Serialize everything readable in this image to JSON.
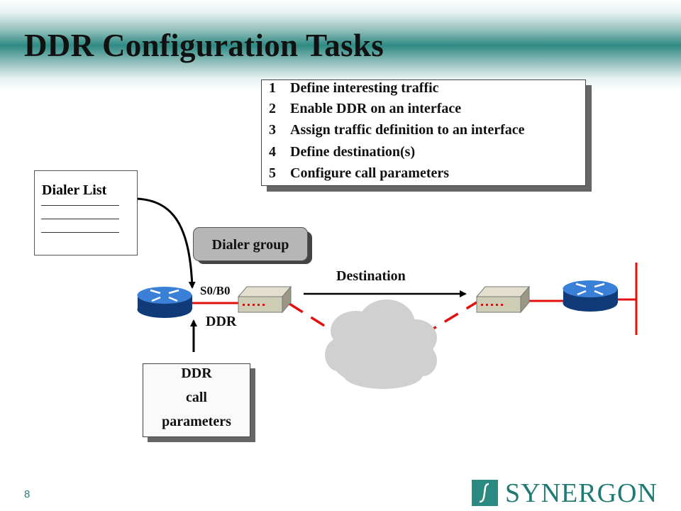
{
  "slide": {
    "title": "DDR Configuration Tasks",
    "number": "8"
  },
  "tasks": [
    {
      "num": "1",
      "text": "Define interesting traffic"
    },
    {
      "num": "2",
      "text": "Enable DDR on an interface"
    },
    {
      "num": "3",
      "text": "Assign traffic definition to an interface"
    },
    {
      "num": "4",
      "text": "Define destination(s)"
    },
    {
      "num": "5",
      "text": "Configure call parameters"
    }
  ],
  "diagram": {
    "dialer_list": "Dialer List",
    "dialer_group": "Dialer group",
    "interface": "S0/B0",
    "ddr": "DDR",
    "destination": "Destination",
    "call_params": [
      "DDR",
      "call",
      "parameters"
    ]
  },
  "logo": {
    "text": "SYNERGON",
    "mark": "∫",
    "color": "#2a8a82"
  }
}
